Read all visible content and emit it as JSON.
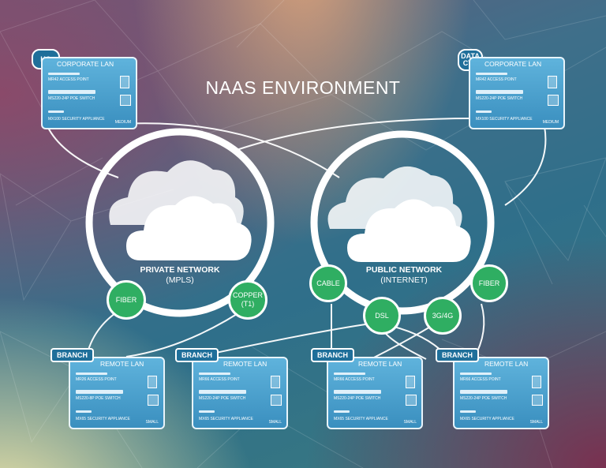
{
  "title": "NAAS ENVIRONMENT",
  "networks": {
    "private": {
      "name": "PRIVATE NETWORK",
      "sub": "(MPLS)"
    },
    "public": {
      "name": "PUBLIC NETWORK",
      "sub": "(INTERNET)"
    }
  },
  "links": {
    "fiber1": "FIBER",
    "copper": "COPPER",
    "copper_sub": "(T1)",
    "cable": "CABLE",
    "dsl": "DSL",
    "g34": "3G/4G",
    "fiber2": "FIBER"
  },
  "sites": {
    "hq": {
      "badge": "HQ",
      "title": "CORPORATE LAN",
      "ap": "MR42 ACCESS POINT",
      "sw": "MS220-24P POE SWITCH",
      "sec": "MX100 SECURITY APPLIANCE",
      "size": "MEDIUM"
    },
    "dc": {
      "badge1": "DATA",
      "badge2": "CTR",
      "title": "CORPORATE LAN",
      "ap": "MR42 ACCESS POINT",
      "sw": "MS220-24P POE SWITCH",
      "sec": "MX100 SECURITY APPLIANCE",
      "size": "MEDIUM"
    },
    "branches": [
      {
        "tag": "BRANCH",
        "title": "REMOTE LAN",
        "ap": "MR26 ACCESS POINT",
        "sw": "MS220-8P POE SWITCH",
        "sec": "MX65 SECURITY APPLIANCE",
        "size": "SMALL"
      },
      {
        "tag": "BRANCH",
        "title": "REMOTE LAN",
        "ap": "MR66 ACCESS POINT",
        "sw": "MS220-24P POE SWITCH",
        "sec": "MX65 SECURITY APPLIANCE",
        "size": "SMALL"
      },
      {
        "tag": "BRANCH",
        "title": "REMOTE LAN",
        "ap": "MR66 ACCESS POINT",
        "sw": "MS220-24P POE SWITCH",
        "sec": "MX65 SECURITY APPLIANCE",
        "size": "SMALL"
      },
      {
        "tag": "BRANCH",
        "title": "REMOTE LAN",
        "ap": "MR66 ACCESS POINT",
        "sw": "MS220-24P POE SWITCH",
        "sec": "MX65 SECURITY APPLIANCE",
        "size": "SMALL"
      }
    ]
  }
}
